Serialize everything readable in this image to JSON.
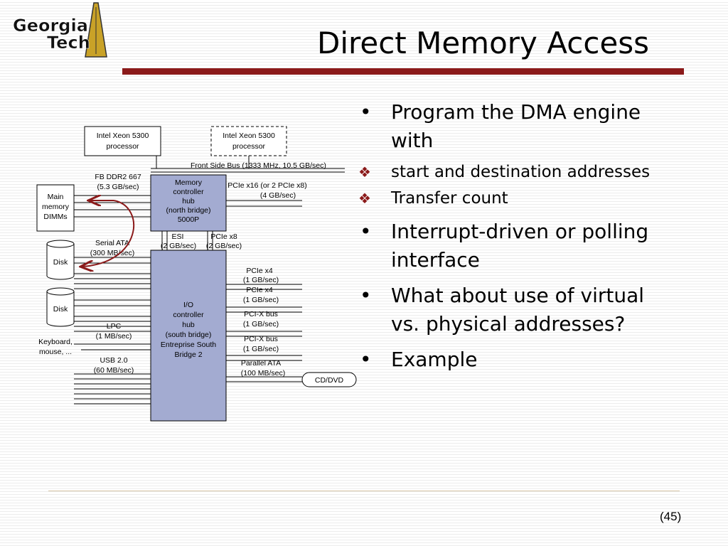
{
  "slide": {
    "title": "Direct Memory Access",
    "page_number": "(45)",
    "logo": {
      "line1": "Georgia",
      "line2": "Tech"
    },
    "colors": {
      "accent": "#8b1a1a",
      "box_fill": "#a3abd1",
      "logo_gold": "#c9a227"
    }
  },
  "bullets": [
    {
      "text": "Program the DMA engine with",
      "sub": [
        {
          "text": "start and destination addresses"
        },
        {
          "text": "Transfer count"
        }
      ]
    },
    {
      "text": "Interrupt-driven or polling interface",
      "sub": []
    },
    {
      "text": "What about use of virtual vs. physical addresses?",
      "sub": []
    },
    {
      "text": "Example",
      "sub": []
    }
  ],
  "markers": {
    "main": "•",
    "sub": "❖"
  },
  "diagram": {
    "cpu1": [
      "Intel Xeon 5300",
      "processor"
    ],
    "cpu2": [
      "Intel Xeon 5300",
      "processor"
    ],
    "fsb": "Front Side Bus (1333 MHz, 10.5 GB/sec)",
    "mch": [
      "Memory",
      "controller",
      "hub",
      "(north bridge)",
      "5000P"
    ],
    "fbddr": [
      "FB DDR2 667",
      "(5.3 GB/sec)"
    ],
    "dimms": [
      "Main",
      "memory",
      "DIMMs"
    ],
    "pcie16": [
      "PCIe x16 (or 2 PCIe x8)",
      "(4 GB/sec)"
    ],
    "esi": [
      "ESI",
      "(2 GB/sec)"
    ],
    "pcie8": [
      "PCIe x8",
      "(2 GB/sec)"
    ],
    "sata": [
      "Serial ATA",
      "(300 MB/sec)"
    ],
    "disk1": "Disk",
    "disk2": "Disk",
    "ioh": [
      "I/O",
      "controller",
      "hub",
      "(south bridge)",
      "Entreprise South",
      "Bridge 2"
    ],
    "lpc": [
      "LPC",
      "(1 MB/sec)"
    ],
    "kbd": [
      "Keyboard,",
      "mouse, ..."
    ],
    "usb": [
      "USB 2.0",
      "(60 MB/sec)"
    ],
    "pcie4a": [
      "PCIe x4",
      "(1 GB/sec)"
    ],
    "pcie4b": [
      "PCIe x4",
      "(1 GB/sec)"
    ],
    "pcix1": [
      "PCI-X bus",
      "(1 GB/sec)"
    ],
    "pcix2": [
      "PCI-X bus",
      "(1 GB/sec)"
    ],
    "pata": [
      "Parallel ATA",
      "(100 MB/sec)"
    ],
    "cddvd": "CD/DVD"
  }
}
